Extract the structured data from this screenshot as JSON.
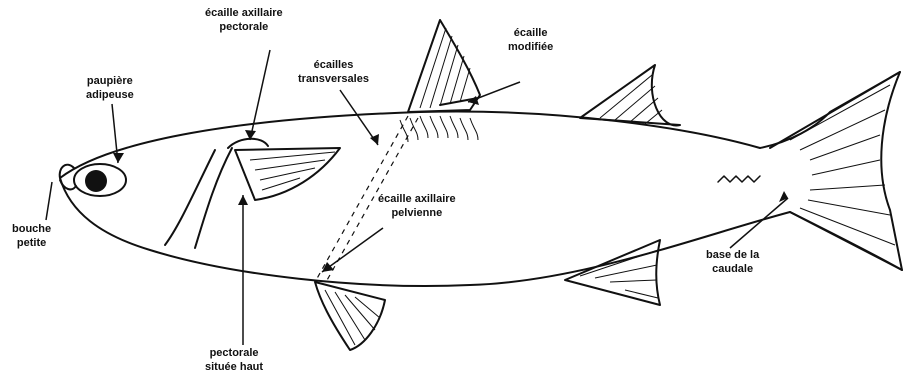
{
  "labels": {
    "axillary_pectoral": {
      "line1": "écaille axillaire",
      "line2": "pectorale"
    },
    "eyelid": {
      "line1": "paupière",
      "line2": "adipeuse"
    },
    "transverse": {
      "line1": "écailles",
      "line2": "transversales"
    },
    "modified": {
      "line1": "écaille",
      "line2": "modifiée"
    },
    "mouth": {
      "line1": "bouche",
      "line2": "petite"
    },
    "axillary_pelvic": {
      "line1": "écaille axillaire",
      "line2": "pelvienne"
    },
    "caudal_base": {
      "line1": "base de la",
      "line2": "caudale"
    },
    "pectoral_high": {
      "line1": "pectorale",
      "line2": "située haut"
    }
  },
  "colors": {
    "ink": "#111111",
    "background": "#ffffff"
  }
}
